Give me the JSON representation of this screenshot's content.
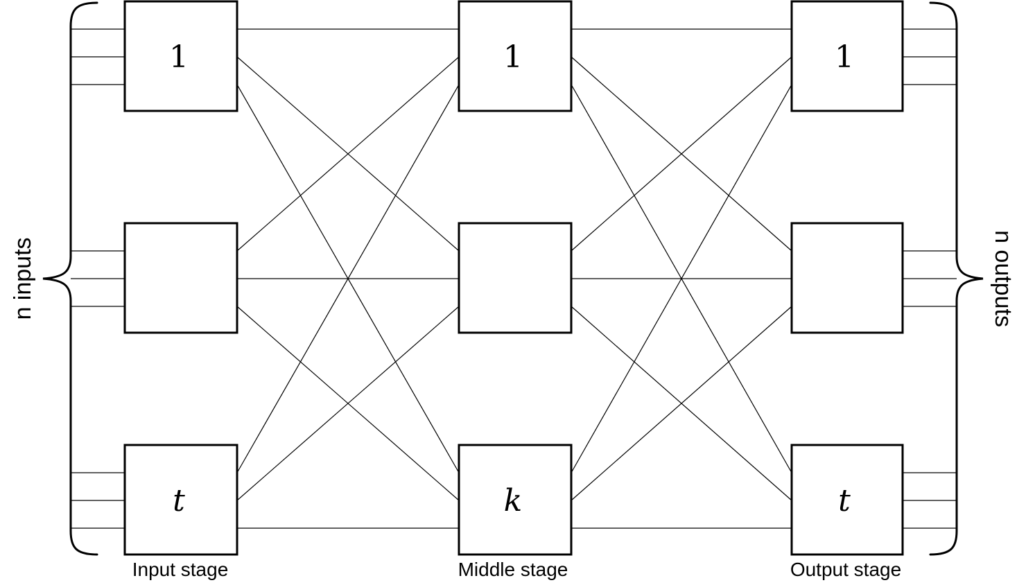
{
  "labels": {
    "n_inputs": "n inputs",
    "n_outputs": "n outputs"
  },
  "stages": [
    {
      "name": "Input stage",
      "boxes": [
        "1",
        "",
        "t"
      ]
    },
    {
      "name": "Middle stage",
      "boxes": [
        "1",
        "",
        "k"
      ]
    },
    {
      "name": "Output stage",
      "boxes": [
        "1",
        "",
        "t"
      ]
    }
  ],
  "colors": {
    "stroke": "#000000",
    "background": "#ffffff"
  }
}
